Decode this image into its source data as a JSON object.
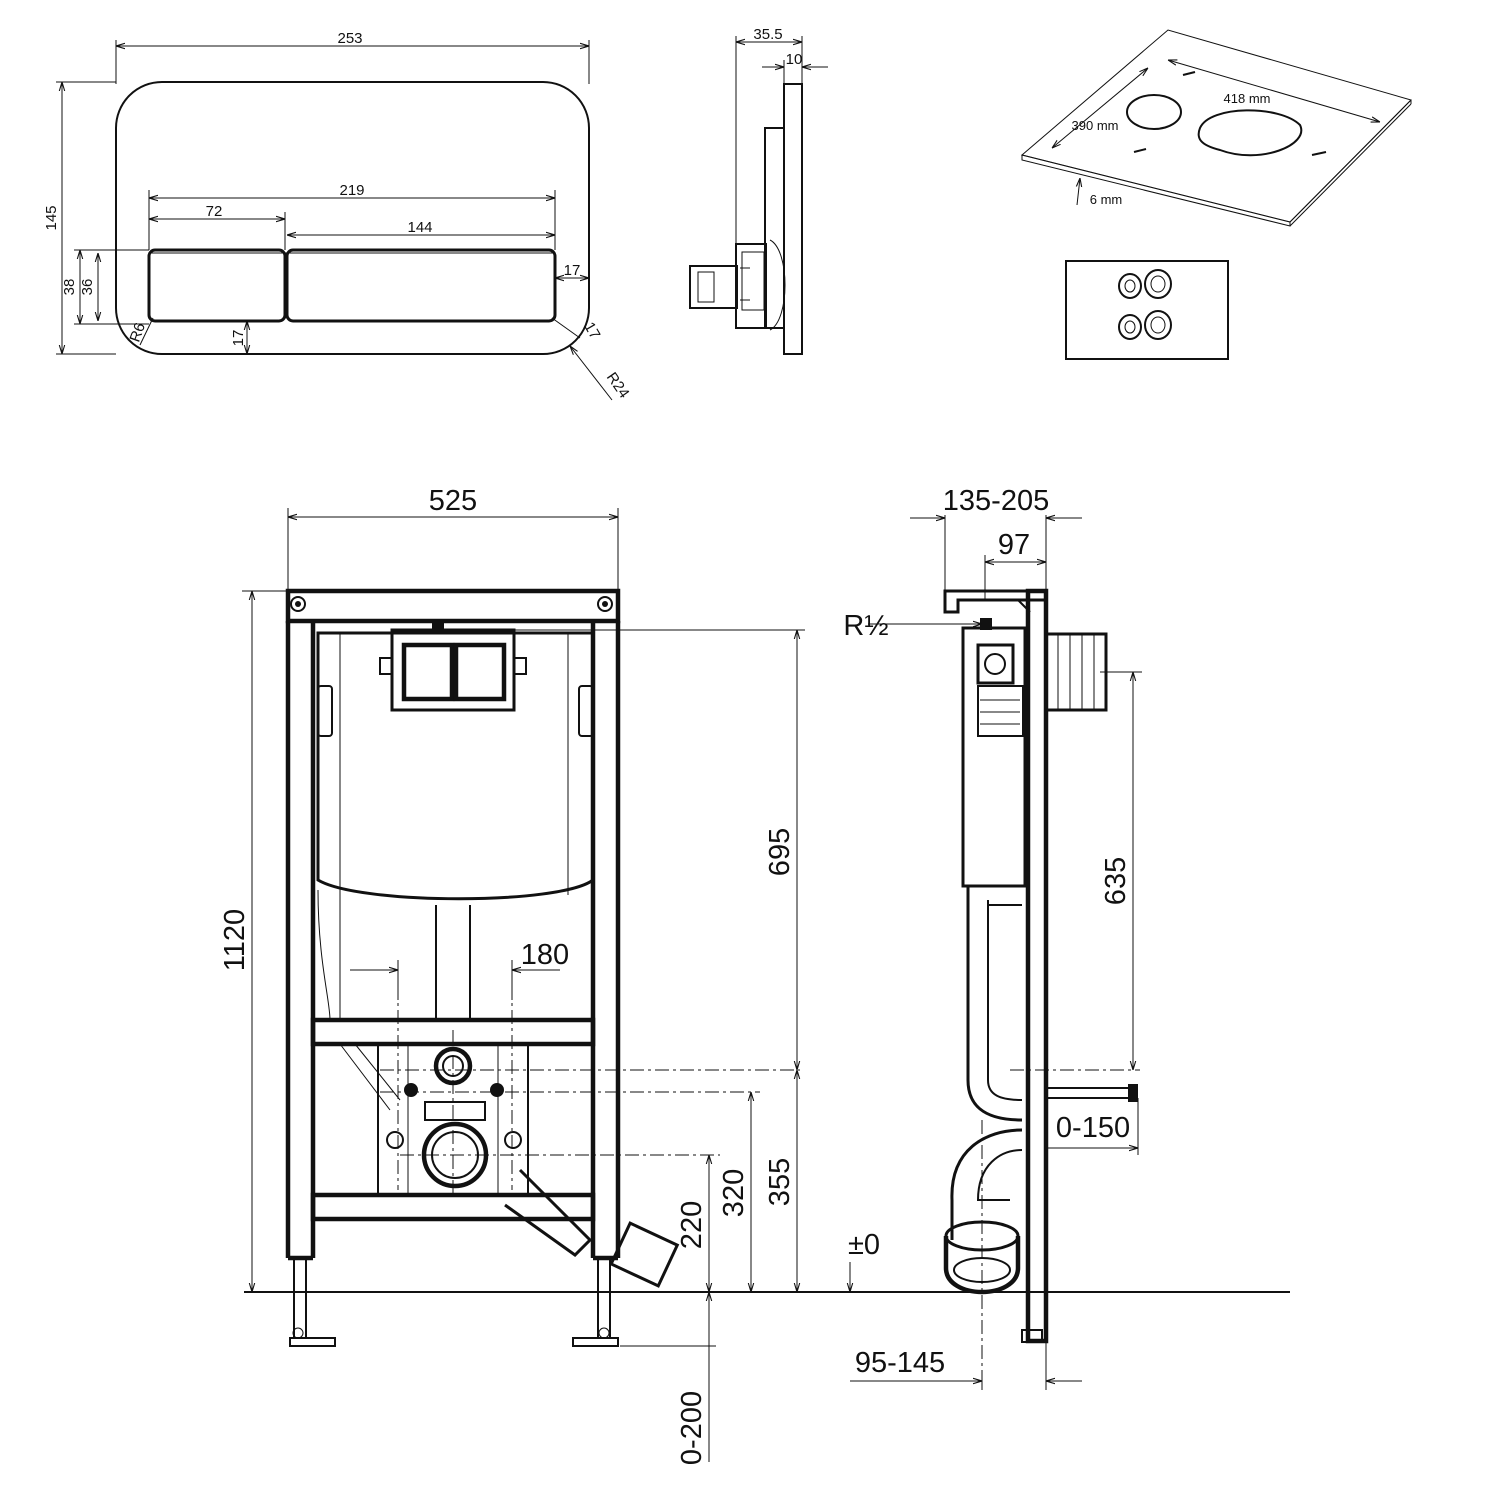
{
  "flush_plate_front": {
    "width": "253",
    "height": "145",
    "button_area_width": "219",
    "small_button_width": "72",
    "large_button_width": "144",
    "button_height_outer": "38",
    "button_height_inner": "36",
    "side_margin": "17",
    "bottom_margin": "17",
    "inner_radius": "R6",
    "corner_radius": "R24",
    "offset_17": "17"
  },
  "flush_plate_side": {
    "total_depth": "35.5",
    "plate_thickness": "10"
  },
  "insulation_mat": {
    "length": "418 mm",
    "width": "390 mm",
    "thickness": "6 mm"
  },
  "frame_front": {
    "width": "525",
    "height": "1120",
    "cistern_height": "695",
    "bolt_spacing": "180",
    "height_355": "355",
    "height_320": "320",
    "height_220": "220",
    "leg_adjust": "0-200"
  },
  "frame_side": {
    "depth_range": "135-205",
    "depth_97": "97",
    "inlet_thread": "R½",
    "height_635": "635",
    "bolt_projection": "0-150",
    "outlet_offset": "95-145",
    "zero_level": "±0"
  }
}
